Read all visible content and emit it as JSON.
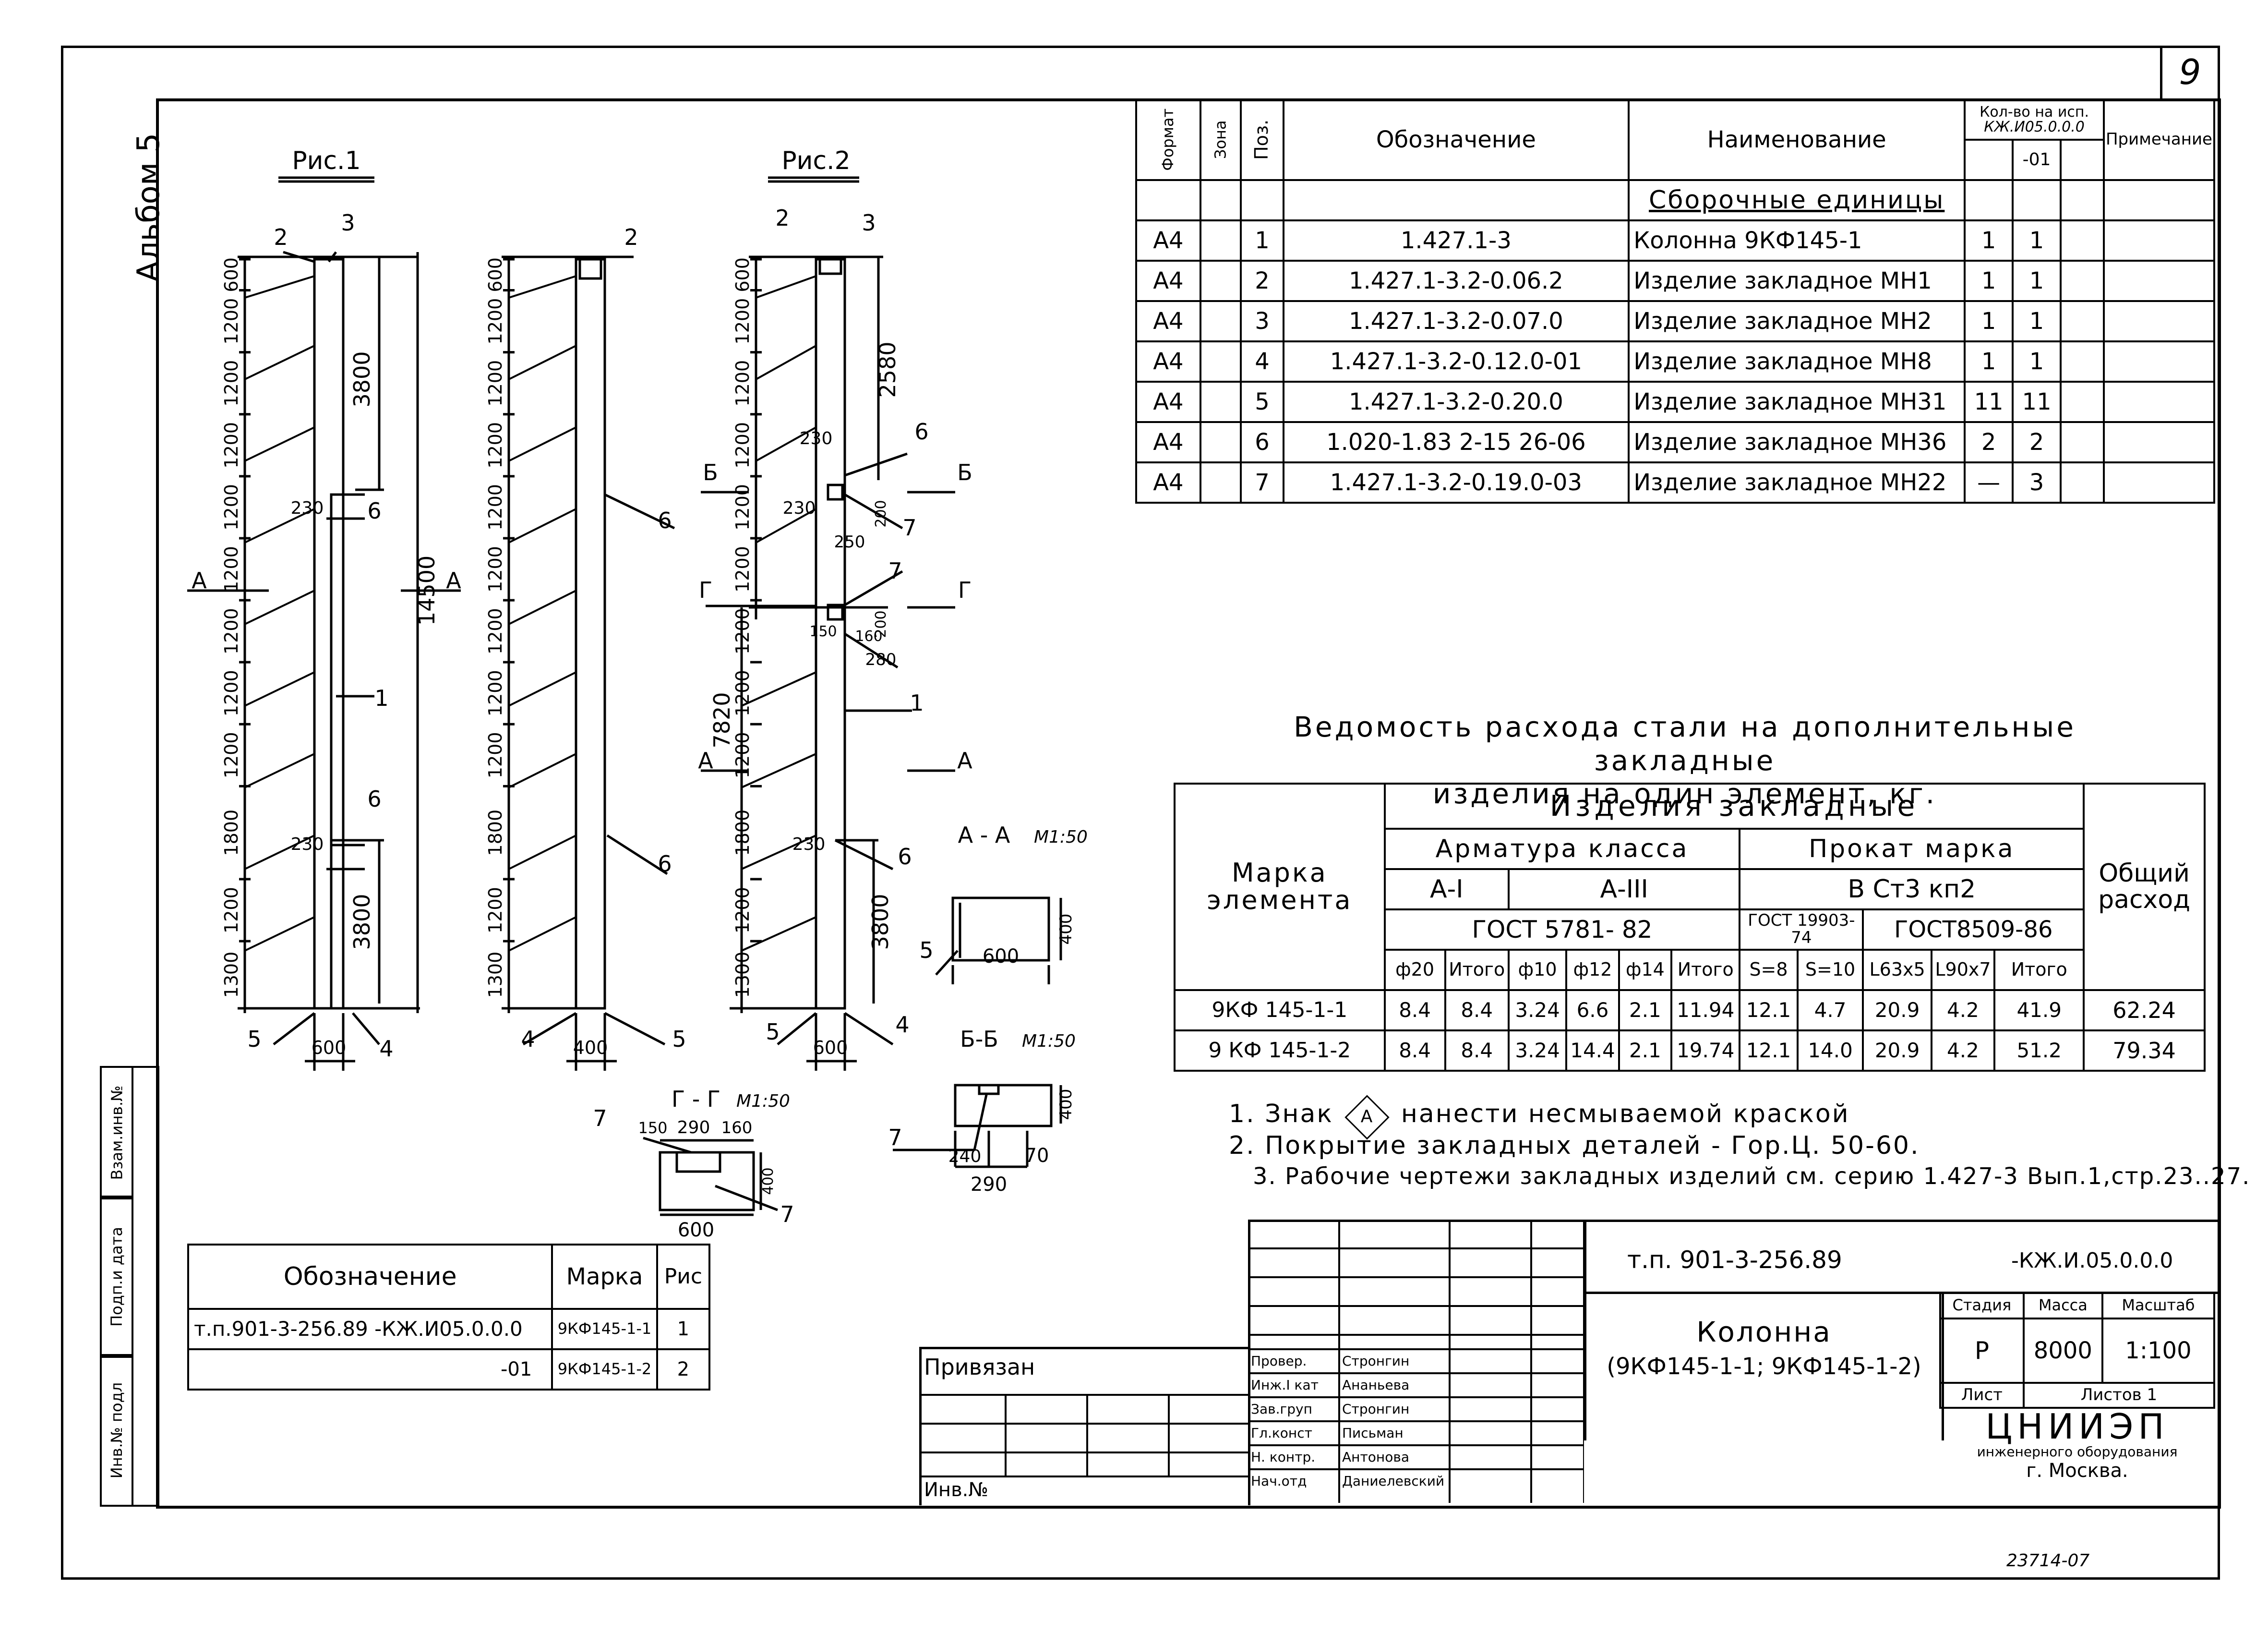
{
  "sheet": {
    "number": "9",
    "album": "Альбом 5"
  },
  "figures": {
    "fig1_title": "Рис.1",
    "fig2_title": "Рис.2",
    "fig1_spacing": [
      "600",
      "1200",
      "1200",
      "1200",
      "1200",
      "1200",
      "1200",
      "1200",
      "1200",
      "1800",
      "1200",
      "1300"
    ],
    "fig1_labels": {
      "total": "14500",
      "upper": "3800",
      "lower": "3800",
      "width": "600",
      "d230a": "230",
      "d230b": "230",
      "pos1": "1",
      "pos2": "2",
      "pos3": "3",
      "pos4": "4",
      "pos5": "5",
      "pos6a": "6",
      "pos6b": "6",
      "secA": "А"
    },
    "fig1b_labels": {
      "width": "400",
      "pos2": "2",
      "pos4": "4",
      "pos5": "5",
      "pos6a": "6",
      "pos6b": "6"
    },
    "fig2_spacing": [
      "600",
      "1200",
      "1200",
      "1200",
      "1200",
      "1200",
      "1200",
      "1200",
      "1200",
      "1800",
      "1200",
      "1300"
    ],
    "fig2_labels": {
      "top": "2580",
      "mid": "7820",
      "bottom": "3800",
      "width": "600",
      "d230a": "230",
      "d230b": "230",
      "d230c": "230",
      "d200a": "200",
      "d250": "250",
      "d150": "150",
      "d160": "160",
      "d200b": "200",
      "d280": "280",
      "pos1": "1",
      "pos2": "2",
      "pos3": "3",
      "pos4": "4",
      "pos5": "5",
      "pos6a": "6",
      "pos6b": "6",
      "pos7a": "7",
      "pos7b": "7",
      "secA": "А",
      "secB": "Б",
      "secG": "Г"
    },
    "sectionAA": {
      "title": "А - А",
      "scale": "М1:50",
      "w": "600",
      "h": "400",
      "pos": "5"
    },
    "sectionBB": {
      "title": "Б-Б",
      "scale": "М1:50",
      "h": "400",
      "d1": "240",
      "d2": "70",
      "d3": "290",
      "pos": "7"
    },
    "sectionGG": {
      "title": "Г - Г",
      "scale": "М1:50",
      "d1": "150",
      "d2": "290",
      "d3": "160",
      "h": "400",
      "w": "600",
      "posa": "7",
      "posb": "7"
    }
  },
  "spec": {
    "headers": {
      "format": "Формат",
      "zone": "Зона",
      "pos": "Поз.",
      "designation": "Обозначение",
      "name": "Наименование",
      "qty": "Кол-во на исп.",
      "qty_doc": "КЖ.И05.0.0.0",
      "qty_01": "-01",
      "note": "Примечание"
    },
    "section_title": "Сборочные единицы",
    "rows": [
      {
        "f": "А4",
        "p": "1",
        "d": "1.427.1-3",
        "n": "Колонна    9КФ145-1",
        "q1": "1",
        "q2": "1"
      },
      {
        "f": "А4",
        "p": "2",
        "d": "1.427.1-3.2-0.06.2",
        "n": "Изделие закладное МН1",
        "q1": "1",
        "q2": "1"
      },
      {
        "f": "А4",
        "p": "3",
        "d": "1.427.1-3.2-0.07.0",
        "n": "Изделие закладное МН2",
        "q1": "1",
        "q2": "1"
      },
      {
        "f": "А4",
        "p": "4",
        "d": "1.427.1-3.2-0.12.0-01",
        "n": "Изделие закладное МН8",
        "q1": "1",
        "q2": "1"
      },
      {
        "f": "А4",
        "p": "5",
        "d": "1.427.1-3.2-0.20.0",
        "n": "Изделие закладное МН31",
        "q1": "11",
        "q2": "11"
      },
      {
        "f": "А4",
        "p": "6",
        "d": "1.020-1.83 2-15  26-06",
        "n": "Изделие закладное МН36",
        "q1": "2",
        "q2": "2"
      },
      {
        "f": "А4",
        "p": "7",
        "d": "1.427.1-3.2-0.19.0-03",
        "n": "Изделие закладное МН22",
        "q1": "—",
        "q2": "3"
      }
    ]
  },
  "steel": {
    "title1": "Ведомость расхода стали на дополнительные закладные",
    "title2": "изделия на один элемент, кг.",
    "h_mark": "Марка элемента",
    "h_items": "Изделия    закладные",
    "h_arm": "Арматура класса",
    "h_prokat": "Прокат  марка",
    "h_total": "Общий расход",
    "h_a1": "А-I",
    "h_a3": "А-III",
    "h_vst": "В Ст3 кп2",
    "h_gost5781": "ГОСТ 5781- 82",
    "h_gost19903": "ГОСТ 19903-74",
    "h_gost8509": "ГОСТ8509-86",
    "cols": [
      "ф20",
      "Итого",
      "ф10",
      "ф12",
      "ф14",
      "Итого",
      "S=8",
      "S=10",
      "L63x5",
      "L90x7",
      "Итого"
    ],
    "rows": [
      {
        "mark": "9КФ 145-1-1",
        "v": [
          "8.4",
          "8.4",
          "3.24",
          "6.6",
          "2.1",
          "11.94",
          "12.1",
          "4.7",
          "20.9",
          "4.2",
          "41.9"
        ],
        "total": "62.24"
      },
      {
        "mark": "9 КФ 145-1-2",
        "v": [
          "8.4",
          "8.4",
          "3.24",
          "14.4",
          "2.1",
          "19.74",
          "12.1",
          "14.0",
          "20.9",
          "4.2",
          "51.2"
        ],
        "total": "79.34"
      }
    ]
  },
  "notes": {
    "n1a": "1. Знак",
    "n1sym": "А",
    "n1b": "нанести несмываемой краской",
    "n2": "2. Покрытие закладных деталей  - Гор.Ц. 50-60.",
    "n3": "3. Рабочие чертежи закладных изделий см. серию 1.427-3  Вып.1,стр.23..27."
  },
  "marks": {
    "h_des": "Обозначение",
    "h_mark": "Марка",
    "h_fig": "Рис",
    "r1_des": "т.п.901-3-256.89   -КЖ.И05.0.0.0",
    "r1_mark": "9КФ145-1-1",
    "r1_fig": "1",
    "r2_des": "-01",
    "r2_mark": "9КФ145-1-2",
    "r2_fig": "2"
  },
  "side": {
    "s1": "Взам.инв.№",
    "s2": "Подп.и дата",
    "s3": "Инв.№ подл"
  },
  "titleblock": {
    "privyazan": "Привязан",
    "inv": "Инв.№",
    "code": "т.п. 901-3-256.89",
    "code2": "-КЖ.И.05.0.0.0",
    "name1": "Колонна",
    "name2": "(9КФ145-1-1; 9КФ145-1-2)",
    "stage_h": "Стадия",
    "mass_h": "Масса",
    "scale_h": "Масштаб",
    "stage": "Р",
    "mass": "8000",
    "scale": "1:100",
    "sheet_h": "Лист",
    "sheets_h": "Листов 1",
    "org1": "ЦНИИЭП",
    "org2": "инженерного оборудования",
    "org3": "г. Москва.",
    "roles": [
      "Провер.",
      "Инж.I кат",
      "Зав.груп",
      "Гл.конст",
      "Н. контр.",
      "Нач.отд"
    ],
    "names": [
      "Стронгин",
      "Ананьева",
      "Стронгин",
      "Письман",
      "Антонова",
      "Даниелевский"
    ]
  },
  "footer": {
    "stamp": "23714-07"
  }
}
